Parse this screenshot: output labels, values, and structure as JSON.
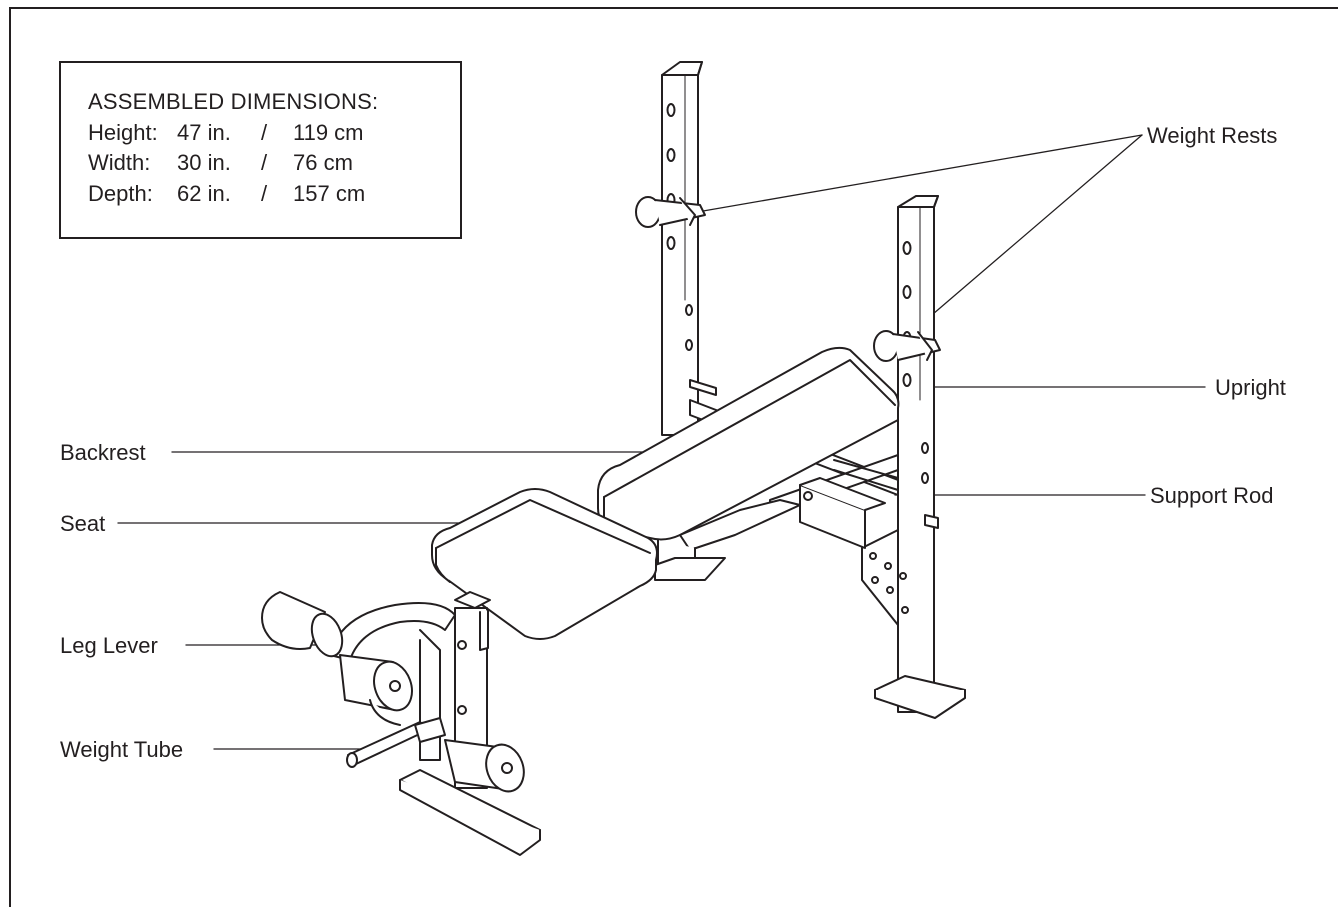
{
  "dimensions": {
    "title": "ASSEMBLED DIMENSIONS:",
    "rows": [
      {
        "label": "Height:",
        "imperial": "47 in.",
        "sep": "/",
        "metric": "119 cm"
      },
      {
        "label": "Width:",
        "imperial": "30 in.",
        "sep": "/",
        "metric": "76 cm"
      },
      {
        "label": "Depth:",
        "imperial": "62 in.",
        "sep": "/",
        "metric": "157 cm"
      }
    ]
  },
  "labels": {
    "weight_rests": "Weight Rests",
    "upright": "Upright",
    "support_rod": "Support Rod",
    "backrest": "Backrest",
    "seat": "Seat",
    "leg_lever": "Leg Lever",
    "weight_tube": "Weight Tube"
  },
  "colors": {
    "ink": "#231f20",
    "paper": "#ffffff"
  }
}
